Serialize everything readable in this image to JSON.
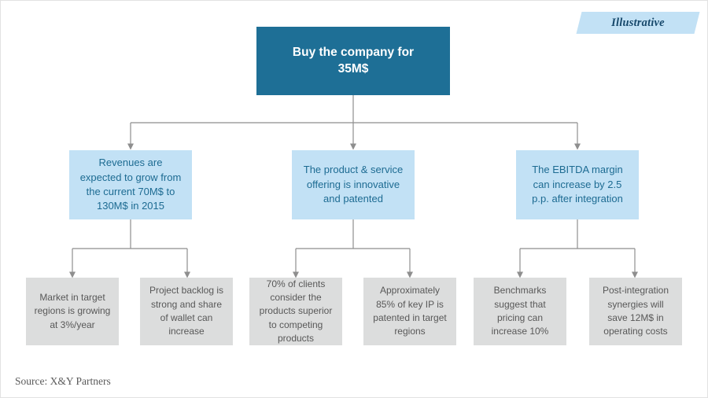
{
  "badge": {
    "label": "Illustrative",
    "fill": "#c2e1f5",
    "text_color": "#16486b"
  },
  "colors": {
    "root_fill": "#1e6f96",
    "root_text": "#ffffff",
    "mid_fill": "#c2e1f5",
    "mid_text": "#1d6b92",
    "leaf_fill": "#dcdddd",
    "leaf_text": "#585858",
    "connector": "#8e8e8e",
    "canvas_border": "#e2e2e2"
  },
  "chart_data": {
    "type": "tree-diagram",
    "title": "Buy the company for 35M$",
    "levels": 3,
    "orientation": "top-down",
    "nodes": [
      {
        "id": "root",
        "level": 0,
        "label": "Buy the company for 35M$",
        "children": [
          "m1",
          "m2",
          "m3"
        ]
      },
      {
        "id": "m1",
        "level": 1,
        "label": "Revenues are expected to grow from the current 70M$ to 130M$ in 2015",
        "children": [
          "l1",
          "l2"
        ]
      },
      {
        "id": "m2",
        "level": 1,
        "label": "The product & service offering is innovative and patented",
        "children": [
          "l3",
          "l4"
        ]
      },
      {
        "id": "m3",
        "level": 1,
        "label": "The EBITDA margin can increase by 2.5 p.p. after integration",
        "children": [
          "l5",
          "l6"
        ]
      },
      {
        "id": "l1",
        "level": 2,
        "label": "Market in target regions is growing at 3%/year"
      },
      {
        "id": "l2",
        "level": 2,
        "label": "Project backlog is strong and share of wallet can increase"
      },
      {
        "id": "l3",
        "level": 2,
        "label": "70% of clients consider the products superior to competing products"
      },
      {
        "id": "l4",
        "level": 2,
        "label": "Approximately 85% of key IP is patented in target regions"
      },
      {
        "id": "l5",
        "level": 2,
        "label": "Benchmarks suggest that pricing can increase 10%"
      },
      {
        "id": "l6",
        "level": 2,
        "label": "Post-integration synergies will save 12M$ in operating costs"
      }
    ]
  },
  "root": {
    "line1": "Buy the company for",
    "line2": "35M$"
  },
  "mid": [
    {
      "line1": "Revenues are",
      "line2": "expected to grow from",
      "line3": "the current 70M$ to",
      "line4": "130M$ in 2015"
    },
    {
      "line1": "The product & service",
      "line2": "offering is innovative",
      "line3": "and patented",
      "line4": ""
    },
    {
      "line1": "The EBITDA margin",
      "line2": "can increase by 2.5",
      "line3": "p.p. after integration",
      "line4": ""
    }
  ],
  "leaves": [
    {
      "line1": "Market in target",
      "line2": "regions is growing",
      "line3": "at 3%/year",
      "line4": "",
      "line5": ""
    },
    {
      "line1": "Project backlog is",
      "line2": "strong and share",
      "line3": "of wallet can",
      "line4": "increase",
      "line5": ""
    },
    {
      "line1": "70% of clients",
      "line2": "consider the",
      "line3": "products superior",
      "line4": "to competing",
      "line5": "products"
    },
    {
      "line1": "Approximately",
      "line2": "85% of key IP is",
      "line3": "patented in target",
      "line4": "regions",
      "line5": ""
    },
    {
      "line1": "Benchmarks",
      "line2": "suggest that",
      "line3": "pricing can",
      "line4": "increase 10%",
      "line5": ""
    },
    {
      "line1": "Post-integration",
      "line2": "synergies will",
      "line3": "save 12M$ in",
      "line4": "operating costs",
      "line5": ""
    }
  ],
  "footer": {
    "source": "Source: X&Y Partners"
  }
}
